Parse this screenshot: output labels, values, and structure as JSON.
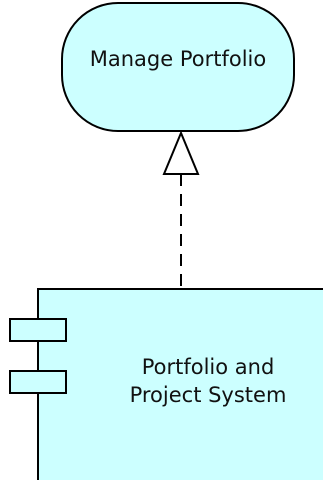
{
  "service": {
    "label": "Manage Portfolio"
  },
  "component": {
    "label_line1": "Portfolio and",
    "label_line2": "Project System"
  },
  "colors": {
    "fill": "#ccffff",
    "stroke": "#000000"
  }
}
